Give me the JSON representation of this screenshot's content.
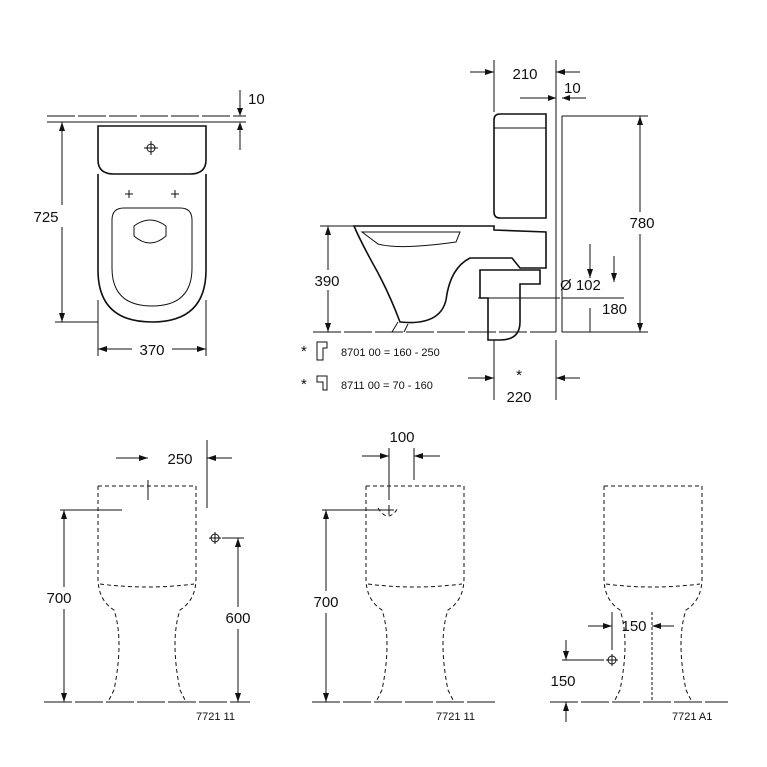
{
  "top_view": {
    "width": "370",
    "depth": "725",
    "wall_gap": "10"
  },
  "side_view": {
    "top_offset": "210",
    "wall_gap": "10",
    "total_height": "780",
    "seat_height": "390",
    "outlet_diameter": "Ø 102",
    "outlet_height": "180",
    "outlet_distance": "220",
    "star": "*",
    "accessory_1": "8701 00 = 160 - 250",
    "accessory_2": "8711 00 = 70 - 160"
  },
  "front_view_1": {
    "spacing": "250",
    "height": "700",
    "connection": "600",
    "code": "7721 11"
  },
  "front_view_2": {
    "offset": "100",
    "height": "700",
    "code": "7721 11"
  },
  "front_view_3": {
    "offset": "150",
    "connection": "150",
    "code": "7721 A1"
  }
}
